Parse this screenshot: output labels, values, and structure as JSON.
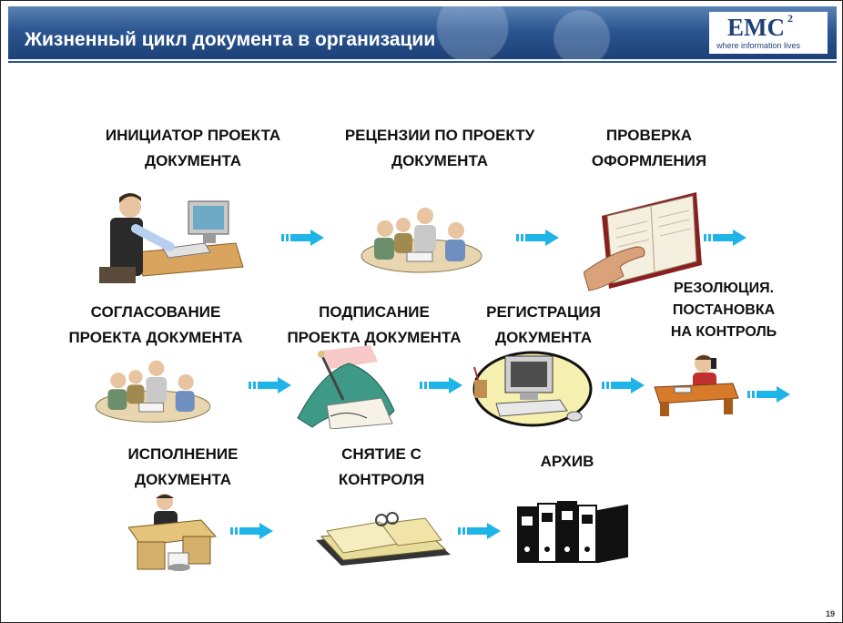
{
  "header": {
    "title": "Жизненный цикл документа в организации",
    "logo_text": "EMC",
    "logo_superscript": "2",
    "logo_tagline": "where information lives",
    "colors": {
      "band_top": "#5a82b4",
      "band_bottom": "#1d4178"
    }
  },
  "steps": [
    {
      "line1": "ИНИЦИАТОР ПРОЕКТА",
      "line2": "ДОКУМЕНТА",
      "icon": "person-at-computer-icon"
    },
    {
      "line1": "РЕЦЕНЗИИ ПО ПРОЕКТУ",
      "line2": "ДОКУМЕНТА",
      "icon": "meeting-group-icon"
    },
    {
      "line1": "ПРОВЕРКА",
      "line2": "ОФОРМЛЕНИЯ",
      "icon": "open-book-hand-icon"
    },
    {
      "line1": "РЕЗОЛЮЦИЯ.",
      "line2": "ПОСТАНОВКА",
      "line3": "НА КОНТРОЛЬ",
      "icon": "manager-at-desk-phone-icon"
    },
    {
      "line1": "СОГЛАСОВАНИЕ",
      "line2": "ПРОЕКТА ДОКУМЕНТА",
      "icon": "meeting-group-icon"
    },
    {
      "line1": "ПОДПИСАНИЕ",
      "line2": "ПРОЕКТА ДОКУМЕНТА",
      "icon": "signing-pen-icon"
    },
    {
      "line1": "РЕГИСТРАЦИЯ",
      "line2": "ДОКУМЕНТА",
      "icon": "computer-workstation-icon"
    },
    {
      "line1": "ИСПОЛНЕНИЕ",
      "line2": "ДОКУМЕНТА",
      "icon": "person-at-desk-icon"
    },
    {
      "line1": "СНЯТИЕ С",
      "line2": "КОНТРОЛЯ",
      "icon": "binder-papers-icon"
    },
    {
      "line1": "АРХИВ",
      "icon": "archive-binders-icon"
    }
  ],
  "arrow_color": "#1fb4e8",
  "page_number": "19"
}
